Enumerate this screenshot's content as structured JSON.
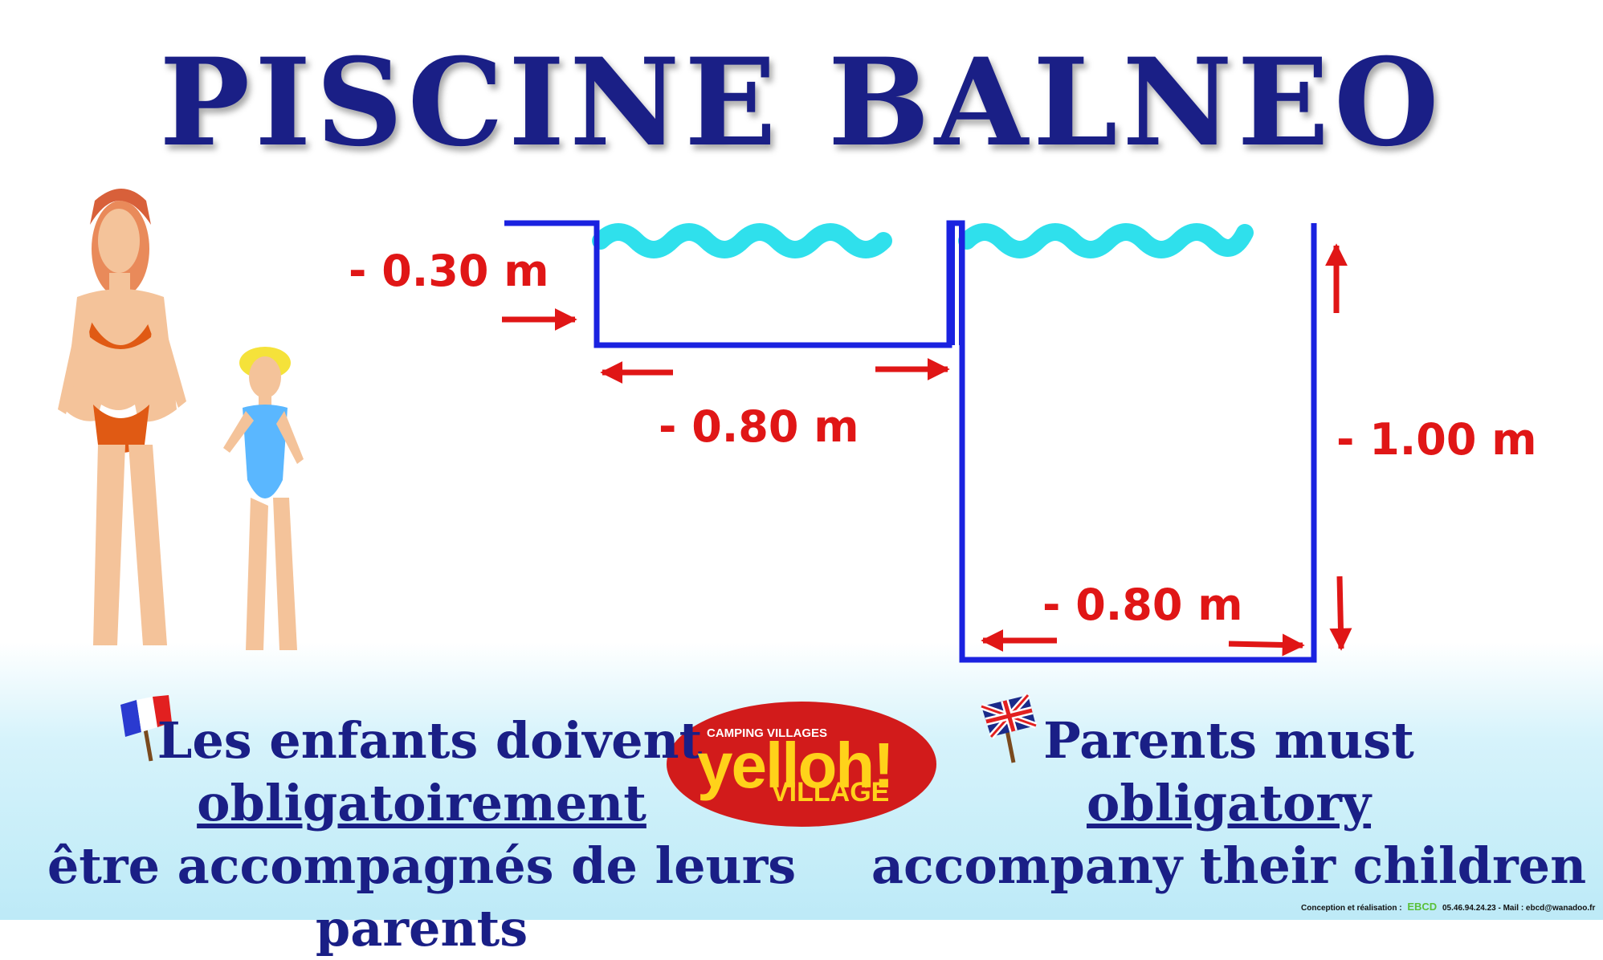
{
  "title": "PISCINE BALNEO",
  "depths": {
    "shallow_depth": "- 0.30 m",
    "middle_length": "- 0.80 m",
    "deep_depth": "- 1.00 m",
    "deep_length": "- 0.80 m"
  },
  "french": {
    "line1": "Les enfants doivent",
    "line2": "obligatoirement",
    "line3": "être accompagnés de leurs parents"
  },
  "english": {
    "line1": "Parents must",
    "line2": "obligatory",
    "line3": "accompany their children"
  },
  "logo": {
    "small": "CAMPING VILLAGES",
    "main": "yelloh!",
    "sub": "VILLAGE"
  },
  "credits": {
    "prefix": "Conception et réalisation :",
    "brand": "EBCD",
    "phone": "05.46.94.24.23 - Mail : ebcd@wanadoo.fr"
  },
  "colors": {
    "title": "#1a1f86",
    "pool_outline": "#1a22e0",
    "water": "#2fe0ec",
    "measure": "#e01616",
    "logo_bg": "#d21b1b",
    "logo_text": "#ffd21a"
  }
}
